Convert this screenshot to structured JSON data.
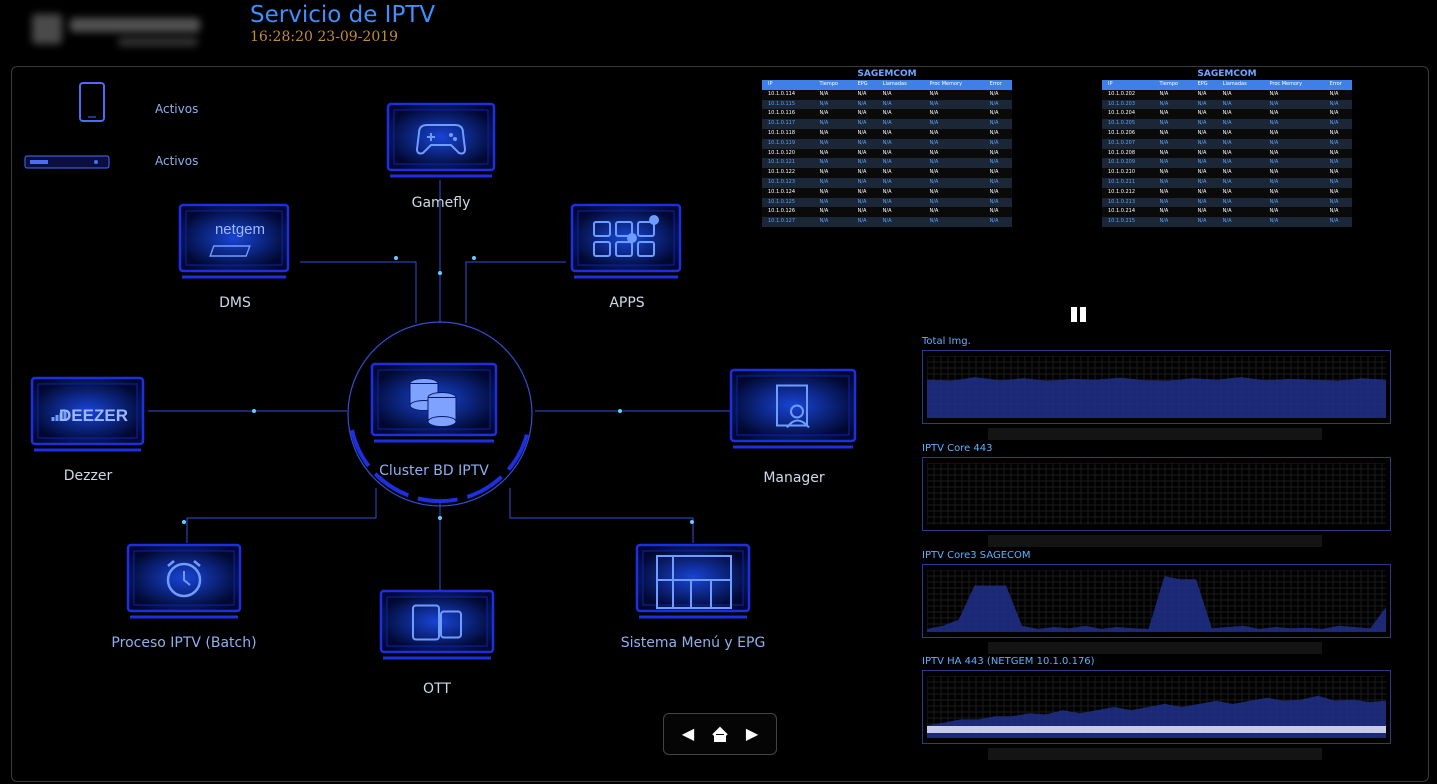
{
  "app": {
    "title": "Servicio de IPTV",
    "clock": "16:28:20 23-09-2019",
    "logo_alt": "Totalplay"
  },
  "legend": [
    {
      "icon": "tablet-icon",
      "label": "Activos"
    },
    {
      "icon": "settop-box-icon",
      "label": "Activos"
    }
  ],
  "nodes": {
    "gamefly": "Gamefly",
    "dms": "DMS",
    "apps": "APPS",
    "dezzer": "Dezzer",
    "manager": "Manager",
    "cluster": "Cluster BD IPTV",
    "batch": "Proceso IPTV (Batch)",
    "ott": "OTT",
    "epg": "Sistema Menú y EPG",
    "netgem_logo": "netgem",
    "deezer_logo": "DEEZER"
  },
  "tables": [
    {
      "title": "SAGEMCOM",
      "columns": [
        "IP",
        "Tiempo",
        "EPG",
        "Llamadas",
        "Proc Memory",
        "Error"
      ],
      "rows": [
        [
          "10.1.0.114",
          "N/A",
          "N/A",
          "N/A",
          "N/A",
          "N/A"
        ],
        [
          "10.1.0.115",
          "N/A",
          "N/A",
          "N/A",
          "N/A",
          "N/A"
        ],
        [
          "10.1.0.116",
          "N/A",
          "N/A",
          "N/A",
          "N/A",
          "N/A"
        ],
        [
          "10.1.0.117",
          "N/A",
          "N/A",
          "N/A",
          "N/A",
          "N/A"
        ],
        [
          "10.1.0.118",
          "N/A",
          "N/A",
          "N/A",
          "N/A",
          "N/A"
        ],
        [
          "10.1.0.119",
          "N/A",
          "N/A",
          "N/A",
          "N/A",
          "N/A"
        ],
        [
          "10.1.0.120",
          "N/A",
          "N/A",
          "N/A",
          "N/A",
          "N/A"
        ],
        [
          "10.1.0.121",
          "N/A",
          "N/A",
          "N/A",
          "N/A",
          "N/A"
        ],
        [
          "10.1.0.122",
          "N/A",
          "N/A",
          "N/A",
          "N/A",
          "N/A"
        ],
        [
          "10.1.0.123",
          "N/A",
          "N/A",
          "N/A",
          "N/A",
          "N/A"
        ],
        [
          "10.1.0.124",
          "N/A",
          "N/A",
          "N/A",
          "N/A",
          "N/A"
        ],
        [
          "10.1.0.125",
          "N/A",
          "N/A",
          "N/A",
          "N/A",
          "N/A"
        ],
        [
          "10.1.0.126",
          "N/A",
          "N/A",
          "N/A",
          "N/A",
          "N/A"
        ],
        [
          "10.1.0.127",
          "N/A",
          "N/A",
          "N/A",
          "N/A",
          "N/A"
        ]
      ]
    },
    {
      "title": "SAGEMCOM",
      "columns": [
        "IP",
        "Tiempo",
        "EPG",
        "Llamadas",
        "Proc Memory",
        "Error"
      ],
      "rows": [
        [
          "10.1.0.202",
          "N/A",
          "N/A",
          "N/A",
          "N/A",
          "N/A"
        ],
        [
          "10.1.0.203",
          "N/A",
          "N/A",
          "N/A",
          "N/A",
          "N/A"
        ],
        [
          "10.1.0.204",
          "N/A",
          "N/A",
          "N/A",
          "N/A",
          "N/A"
        ],
        [
          "10.1.0.205",
          "N/A",
          "N/A",
          "N/A",
          "N/A",
          "N/A"
        ],
        [
          "10.1.0.206",
          "N/A",
          "N/A",
          "N/A",
          "N/A",
          "N/A"
        ],
        [
          "10.1.0.207",
          "N/A",
          "N/A",
          "N/A",
          "N/A",
          "N/A"
        ],
        [
          "10.1.0.208",
          "N/A",
          "N/A",
          "N/A",
          "N/A",
          "N/A"
        ],
        [
          "10.1.0.209",
          "N/A",
          "N/A",
          "N/A",
          "N/A",
          "N/A"
        ],
        [
          "10.1.0.210",
          "N/A",
          "N/A",
          "N/A",
          "N/A",
          "N/A"
        ],
        [
          "10.1.0.211",
          "N/A",
          "N/A",
          "N/A",
          "N/A",
          "N/A"
        ],
        [
          "10.1.0.212",
          "N/A",
          "N/A",
          "N/A",
          "N/A",
          "N/A"
        ],
        [
          "10.1.0.213",
          "N/A",
          "N/A",
          "N/A",
          "N/A",
          "N/A"
        ],
        [
          "10.1.0.214",
          "N/A",
          "N/A",
          "N/A",
          "N/A",
          "N/A"
        ],
        [
          "10.1.0.215",
          "N/A",
          "N/A",
          "N/A",
          "N/A",
          "N/A"
        ]
      ]
    }
  ],
  "graphs": [
    {
      "label": "Total Img.",
      "fill": [
        0.62,
        0.6,
        0.66,
        0.61,
        0.64,
        0.6,
        0.63,
        0.62,
        0.65,
        0.61,
        0.6,
        0.64,
        0.62,
        0.66,
        0.61,
        0.63,
        0.62,
        0.6,
        0.64,
        0.62
      ]
    },
    {
      "label": "IPTV Core 443",
      "fill": []
    },
    {
      "label": "IPTV Core3 SAGECOM",
      "fill": [
        0.05,
        0.1,
        0.2,
        0.75,
        0.75,
        0.75,
        0.1,
        0.05,
        0.08,
        0.06,
        0.1,
        0.05,
        0.08,
        0.06,
        0.05,
        0.9,
        0.85,
        0.85,
        0.06,
        0.08,
        0.1,
        0.05,
        0.08,
        0.06,
        0.07,
        0.05,
        0.1,
        0.08,
        0.06,
        0.4
      ]
    },
    {
      "label": "IPTV HA 443 (NETGEM 10.1.0.176)",
      "fill": [
        0.2,
        0.25,
        0.3,
        0.3,
        0.35,
        0.35,
        0.4,
        0.38,
        0.45,
        0.4,
        0.45,
        0.5,
        0.45,
        0.5,
        0.55,
        0.5,
        0.55,
        0.6,
        0.55,
        0.6,
        0.65,
        0.6,
        0.62,
        0.68,
        0.6,
        0.62,
        0.58,
        0.6
      ]
    }
  ],
  "colors": {
    "accent": "#3f8fff",
    "node_border": "#1d2fe0",
    "glow": "#1540c8",
    "title": "#3f8fff",
    "clock": "#c58a3c"
  }
}
